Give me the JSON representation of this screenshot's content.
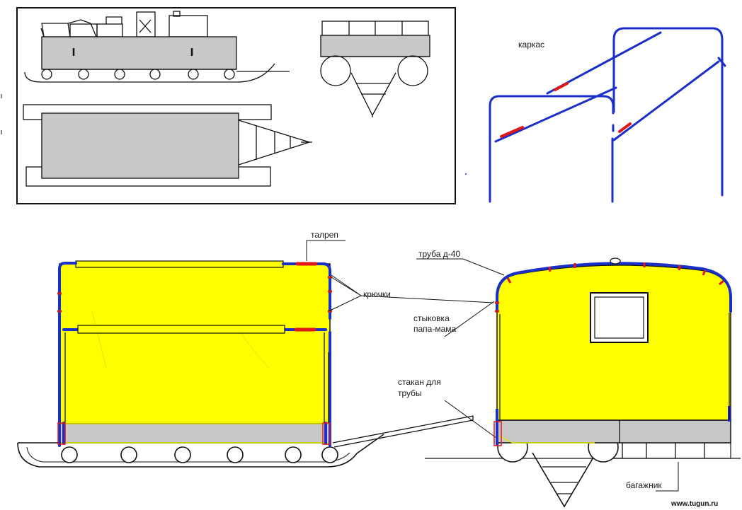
{
  "colors": {
    "frame_blue": "#1a2fc8",
    "joint_red": "#e01818",
    "wall_yellow": "#ffff00",
    "base_gray": "#c8c8c8",
    "ink": "#111111"
  },
  "labels": {
    "frame": "каркас",
    "turnbuckle": "талреп",
    "hooks": "крючки",
    "pipe_d40": "труба д-40",
    "joint_line1": "стыковка",
    "joint_line2": "папа-мама",
    "socket_line1": "стакан для",
    "socket_line2": "трубы",
    "trunk": "багажник"
  },
  "watermark": "www.tugun.ru"
}
